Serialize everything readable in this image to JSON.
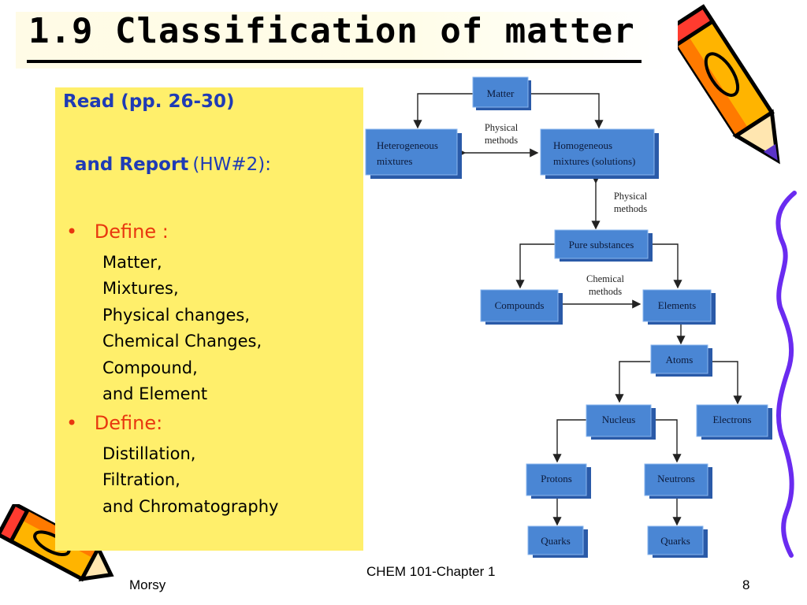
{
  "slide": {
    "title": "1.9 Classification of matter",
    "read_label": "Read (pp. 26-30)",
    "report_label": "and Report",
    "report_hw": "(HW#2):",
    "define1": "Define :",
    "define1_items": [
      "Matter,",
      "Mixtures,",
      "Physical changes,",
      "Chemical Changes,",
      "Compound,",
      "and Element"
    ],
    "define2": "Define:",
    "define2_items": [
      "Distillation,",
      "Filtration,",
      "and Chromatography"
    ],
    "bullet_glyph": "•"
  },
  "diagram": {
    "nodes": {
      "matter": "Matter",
      "hetero_1": "Heterogeneous",
      "hetero_2": "mixtures",
      "homo_1": "Homogeneous",
      "homo_2": "mixtures (solutions)",
      "pure": "Pure substances",
      "compounds": "Compounds",
      "elements": "Elements",
      "atoms": "Atoms",
      "nucleus": "Nucleus",
      "electrons": "Electrons",
      "protons": "Protons",
      "neutrons": "Neutrons",
      "quarks_1": "Quarks",
      "quarks_2": "Quarks"
    },
    "labels": {
      "physical_1a": "Physical",
      "physical_1b": "methods",
      "physical_2a": "Physical",
      "physical_2b": "methods",
      "chemical_a": "Chemical",
      "chemical_b": "methods"
    },
    "colors": {
      "box_front": "#4a86d4",
      "box_side": "#2a5aa8",
      "box_top": "#8ab6ee",
      "line": "#222222"
    }
  },
  "footer": {
    "author": "Morsy",
    "course": "CHEM 101-Chapter 1",
    "page": "8"
  }
}
